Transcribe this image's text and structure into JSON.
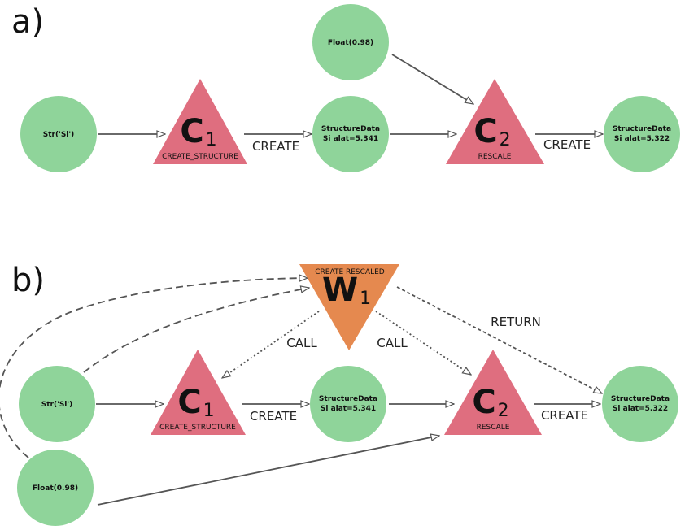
{
  "colors": {
    "data_node": "#8fd49a",
    "calc_node": "#df6e7f",
    "workflow_node": "#e5894f",
    "edge": "#555555"
  },
  "panel_a": {
    "label": "a)",
    "str_node": "Str('Si')",
    "float_node": "Float(0.98)",
    "c1": {
      "letter": "C",
      "sub": "1",
      "caption": "CREATE_STRUCTURE"
    },
    "c2": {
      "letter": "C",
      "sub": "2",
      "caption": "RESCALE"
    },
    "struct1": {
      "line1": "StructureData",
      "line2": "Si alat=5.341"
    },
    "struct2": {
      "line1": "StructureData",
      "line2": "Si alat=5.322"
    },
    "create1": "CREATE",
    "create2": "CREATE"
  },
  "panel_b": {
    "label": "b)",
    "str_node": "Str('Si')",
    "float_node": "Float(0.98)",
    "w1": {
      "letter": "W",
      "sub": "1",
      "caption": "CREATE RESCALED"
    },
    "c1": {
      "letter": "C",
      "sub": "1",
      "caption": "CREATE_STRUCTURE"
    },
    "c2": {
      "letter": "C",
      "sub": "2",
      "caption": "RESCALE"
    },
    "struct1": {
      "line1": "StructureData",
      "line2": "Si alat=5.341"
    },
    "struct2": {
      "line1": "StructureData",
      "line2": "Si alat=5.322"
    },
    "create1": "CREATE",
    "create2": "CREATE",
    "call1": "CALL",
    "call2": "CALL",
    "return": "RETURN"
  }
}
